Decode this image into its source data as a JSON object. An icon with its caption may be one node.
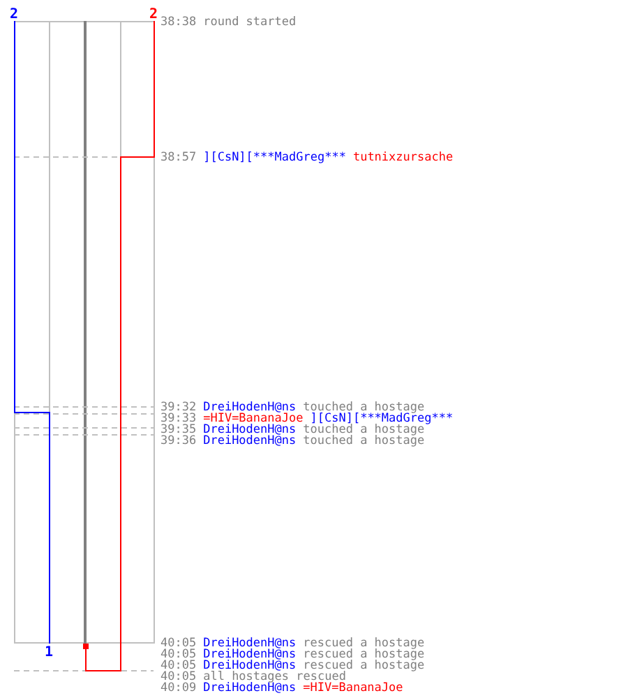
{
  "diagram": {
    "labels": [
      "2",
      "2",
      "38:38",
      "round started",
      "38:57",
      "][CsN][***MadGreg***",
      "tutnixzursache",
      "39:32",
      "DreiHodenH@ns",
      "touched a hostage",
      "39:33",
      "=HIV=BananaJoe",
      "][CsN][***MadGreg***",
      "39:35",
      "DreiHodenH@ns",
      "touched a hostage",
      "39:36",
      "DreiHodenH@ns",
      "touched a hostage",
      "40:05",
      "DreiHodenH@ns",
      "rescued a hostage",
      "1",
      "40:05",
      "DreiHodenH@ns",
      "rescued a hostage",
      "40:05",
      "DreiHodenH@ns",
      "rescued a hostage",
      "40:05",
      "all hostages rescued",
      "40:09",
      "DreiHodenH@ns",
      "=HIV=BananaJoe"
    ]
  }
}
